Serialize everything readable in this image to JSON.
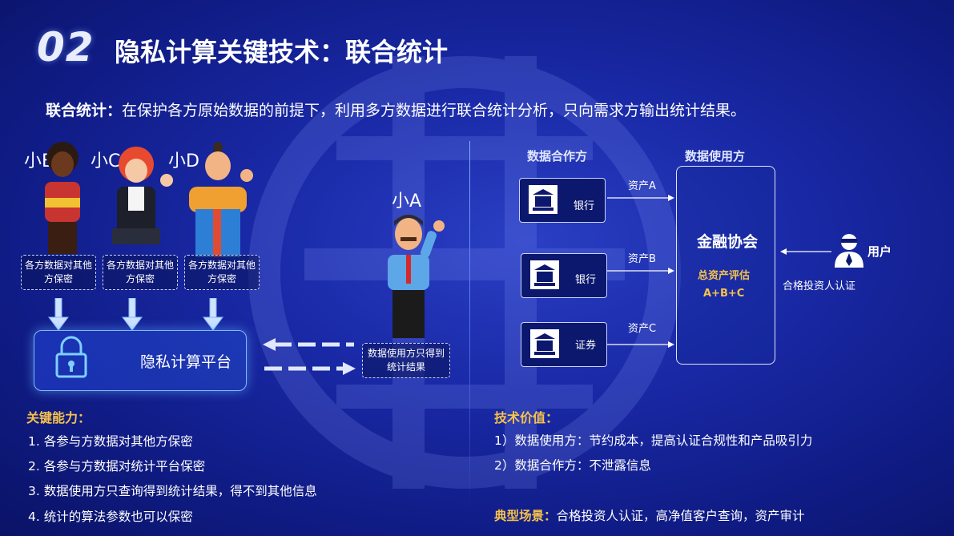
{
  "header": {
    "number": "02",
    "title": "隐私计算关键技术：联合统计"
  },
  "intro": {
    "label": "联合统计：",
    "text": "在保护各方原始数据的前提下，利用多方数据进行联合统计分析，只向需求方输出统计结果。"
  },
  "left": {
    "participants": [
      {
        "name": "小B",
        "tag": "各方数据对其他方保密"
      },
      {
        "name": "小C",
        "tag": "各方数据对其他方保密"
      },
      {
        "name": "小D",
        "tag": "各方数据对其他方保密"
      }
    ],
    "user": {
      "name": "小A",
      "tag": "数据使用方只得到统计结果"
    },
    "platform": "隐私计算平台",
    "capabilities": {
      "heading": "关键能力：",
      "items": [
        "1. 各参与方数据对其他方保密",
        "2. 各参与方数据对统计平台保密",
        "3. 数据使用方只查询得到统计结果，得不到其他信息",
        "4. 统计的算法参数也可以保密"
      ]
    }
  },
  "right": {
    "cooperator_heading": "数据合作方",
    "consumer_heading": "数据使用方",
    "sources": [
      {
        "label": "银行",
        "asset": "资产A"
      },
      {
        "label": "银行",
        "asset": "资产B"
      },
      {
        "label": "证券",
        "asset": "资产C"
      }
    ],
    "association": {
      "name": "金融协会",
      "metric": "总资产评估",
      "formula": "A+B+C"
    },
    "end_user": {
      "label": "用户",
      "caption": "合格投资人认证"
    },
    "value": {
      "heading": "技术价值：",
      "items": [
        "1）数据使用方：节约成本，提高认证合规性和产品吸引力",
        "2）数据合作方：不泄露信息"
      ]
    },
    "scenario": {
      "label": "典型场景：",
      "text": "合格投资人认证，高净值客户查询，资产审计"
    }
  },
  "colors": {
    "accent_gold": "#f6c24a",
    "background": "#1a2aa8",
    "highlight": "#7fb9ff"
  }
}
